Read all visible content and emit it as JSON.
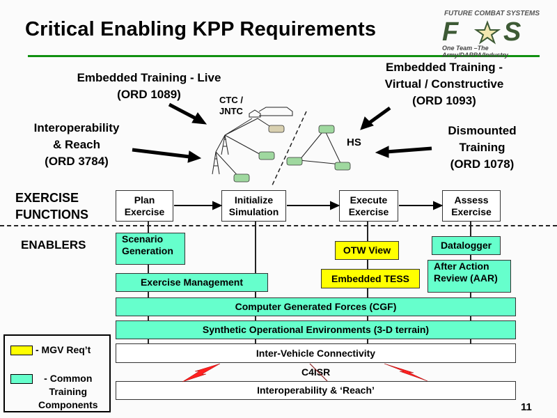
{
  "title": "Critical Enabling KPP Requirements",
  "logo": {
    "top_text": "FUTURE COMBAT SYSTEMS",
    "mark": "FCS",
    "tagline": "One Team –The Army/DARPA/Industry"
  },
  "requirements": {
    "live": [
      "Embedded Training -  Live",
      "(ORD 1089)"
    ],
    "virtual": [
      "Embedded  Training -",
      "Virtual / Constructive",
      "(ORD 1093)"
    ],
    "interop": [
      "Interoperability",
      "& Reach",
      "(ORD 3784)"
    ],
    "dismounted": [
      "Dismounted",
      "Training",
      "(ORD 1078)"
    ]
  },
  "graphic": {
    "ctc": [
      "CTC /",
      "JNTC"
    ],
    "hs": "HS"
  },
  "section_labels": {
    "exercise_functions": [
      "EXERCISE",
      "FUNCTIONS"
    ],
    "enablers": "ENABLERS"
  },
  "functions": [
    {
      "line1": "Plan",
      "line2": "Exercise"
    },
    {
      "line1": "Initialize",
      "line2": "Simulation"
    },
    {
      "line1": "Execute",
      "line2": "Exercise"
    },
    {
      "line1": "Assess",
      "line2": "Exercise"
    }
  ],
  "enablers": {
    "scenario": [
      "Scenario",
      "Generation"
    ],
    "exercise_mgmt": "Exercise Management",
    "otw": "OTW View",
    "tess": "Embedded TESS",
    "datalogger": "Datalogger",
    "aar": [
      "After Action",
      "Review (AAR)"
    ],
    "cgf": "Computer Generated Forces (CGF)",
    "soe": "Synthetic Operational Environments (3-D terrain)",
    "ivc": "Inter-Vehicle Connectivity",
    "c4isr": "C4ISR",
    "reach": "Interoperability & ‘Reach’"
  },
  "legend": {
    "mgv": "- MGV Req’t",
    "common": [
      "- Common",
      "Training",
      "Components"
    ]
  },
  "colors": {
    "mgv": "#ffff00",
    "common": "#66ffcc",
    "rule": "#109010",
    "lightning": "#ff2020"
  },
  "page_number": "11"
}
